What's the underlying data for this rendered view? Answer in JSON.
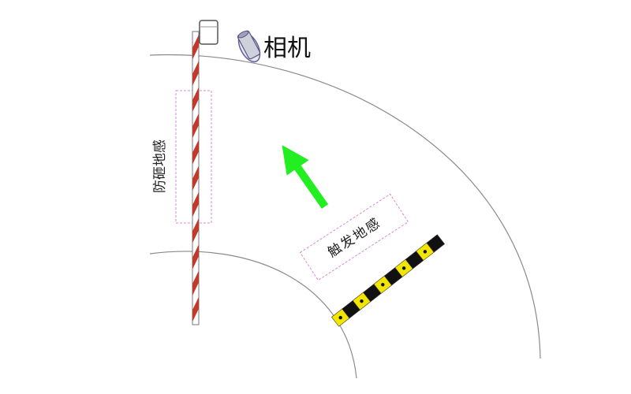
{
  "labels": {
    "camera": "相机",
    "anti_smash_loop": "防砸地感",
    "trigger_loop": "触发地感"
  },
  "icons": [
    "camera-icon",
    "barrier-motor-icon",
    "direction-arrow-icon",
    "speed-bump-icon"
  ],
  "colors": {
    "road_line": "#8a8a8a",
    "loop_outline": "#d58ad5",
    "barrier_red": "#c0392b",
    "barrier_white": "#ffffff",
    "arrow_green": "#22ee22",
    "bump_black": "#111111",
    "bump_yellow": "#f2e500"
  },
  "speed_bump_segments": 10,
  "barrier_stripes": 22
}
